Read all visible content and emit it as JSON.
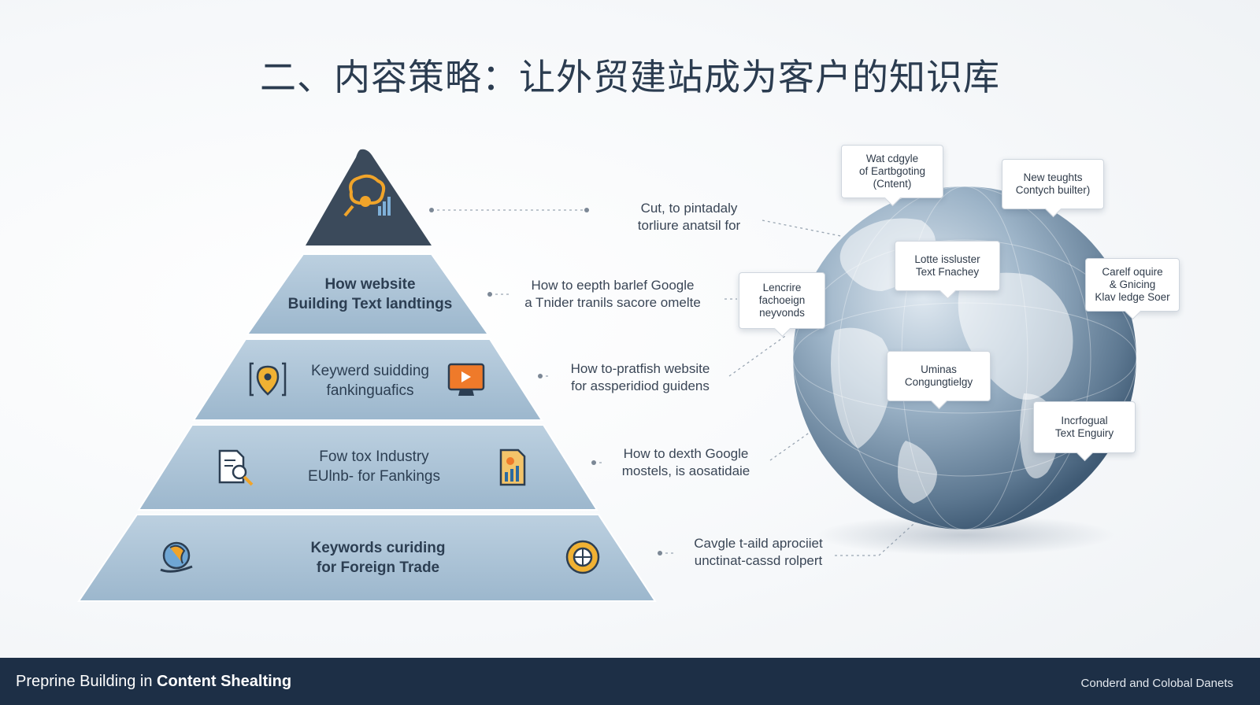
{
  "title": "二、内容策略：让外贸建站成为客户的知识库",
  "pyramid": {
    "tiers": [
      {
        "lines": [
          "How website",
          "Building Text landtings"
        ]
      },
      {
        "lines": [
          "Keywerd suidding",
          "fankinguafics"
        ]
      },
      {
        "lines": [
          "Fow tox Industry",
          "EUlnb- for Fankings"
        ]
      },
      {
        "lines": [
          "Keywords curiding",
          "for Foreign Trade"
        ]
      }
    ]
  },
  "annotations": [
    {
      "lines": [
        "Cut, to pintadaly",
        "torliure anatsil for"
      ]
    },
    {
      "lines": [
        "How to eepth barlef Google",
        "a Tnider tranils sacore omelte"
      ]
    },
    {
      "lines": [
        "How to-pratfish website",
        "for assperidiod guidens"
      ]
    },
    {
      "lines": [
        "How to dexth Google",
        "mostels, is aosatidaie"
      ]
    },
    {
      "lines": [
        "Cavgle t-aild aprociiet",
        "unctinat-cassd rolpert"
      ]
    }
  ],
  "globe_labels": [
    {
      "lines": [
        "Wat cdgyle",
        "of Eartbgoting",
        "(Cntent)"
      ]
    },
    {
      "lines": [
        "New teughts",
        "Contych builter)"
      ]
    },
    {
      "lines": [
        "Lotte issluster",
        "Text Fnachey"
      ]
    },
    {
      "lines": [
        "Carelf oquire",
        "& Gnicing",
        "Klav ledge Soer"
      ]
    },
    {
      "lines": [
        "Lencrire",
        "fachoeign",
        "neyvonds"
      ]
    },
    {
      "lines": [
        "Uminas",
        "Congungtielgy"
      ]
    },
    {
      "lines": [
        "Incrfogual",
        "Text Enguiry"
      ]
    }
  ],
  "footer": {
    "left_prefix": "Preprine Building in",
    "left_bold": "Content Shealting",
    "right": "Conderd and Colobal Danets"
  },
  "colors": {
    "apex": "#3b4a5b",
    "tier": "#a9c2d6",
    "footer": "#1d2f46",
    "accent_orange": "#f0a42a"
  }
}
